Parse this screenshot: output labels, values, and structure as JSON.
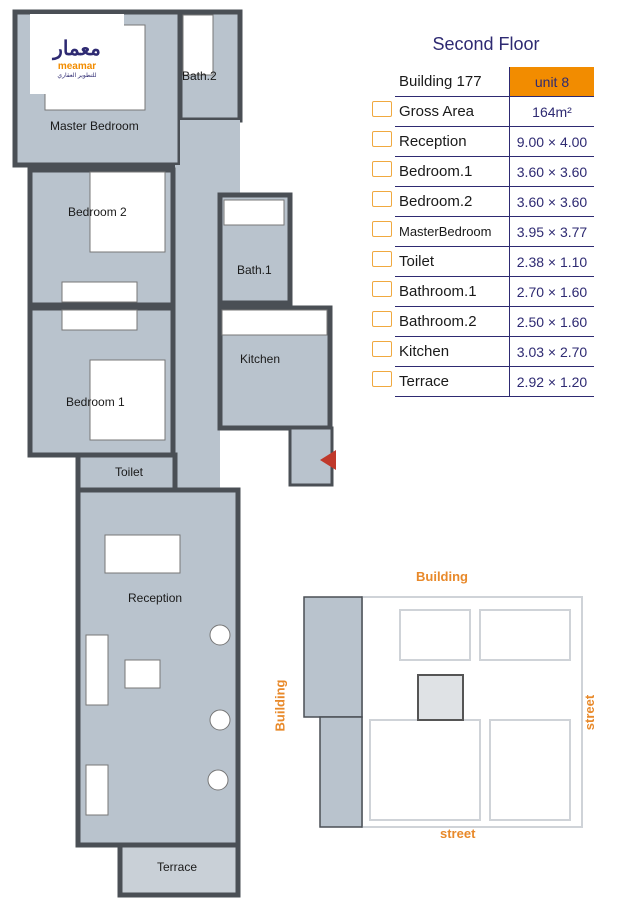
{
  "title": "Second Floor",
  "logo": {
    "arabic": "معمار",
    "english": "meamar",
    "subtitle": "للتطوير العقاري"
  },
  "table": {
    "building_label": "Building",
    "building_number": "177",
    "unit": "unit 8",
    "rows": [
      {
        "icon": "area-icon",
        "name": "Gross Area",
        "value": "164m²"
      },
      {
        "icon": "sofa-icon",
        "name": "Reception",
        "value": "9.00 × 4.00"
      },
      {
        "icon": "bed-icon",
        "name": "Bedroom.1",
        "value": "3.60 × 3.60"
      },
      {
        "icon": "bed-icon",
        "name": "Bedroom.2",
        "value": "3.60 × 3.60"
      },
      {
        "icon": "bed-icon",
        "name": "MasterBedroom",
        "value": "3.95 × 3.77"
      },
      {
        "icon": "bathtub-icon",
        "name": "Toilet",
        "value": "2.38 × 1.10"
      },
      {
        "icon": "bathtub-icon",
        "name": "Bathroom.1",
        "value": "2.70 × 1.60"
      },
      {
        "icon": "bathtub-icon",
        "name": "Bathroom.2",
        "value": "2.50 × 1.60"
      },
      {
        "icon": "kitchen-icon",
        "name": "Kitchen",
        "value": "3.03 × 2.70"
      },
      {
        "icon": "window-icon",
        "name": "Terrace",
        "value": "2.92 × 1.20"
      }
    ],
    "accent": "#f28c00",
    "line_color": "#2e2a72"
  },
  "rooms": {
    "master": "Master Bedroom",
    "bath2": "Bath.2",
    "bed2": "Bedroom 2",
    "bath1": "Bath.1",
    "kitchen": "Kitchen",
    "bed1": "Bedroom 1",
    "toilet": "Toilet",
    "reception": "Reception",
    "terrace": "Terrace"
  },
  "keyplan": {
    "top": "Building",
    "left": "Building",
    "right": "street",
    "bottom": "street"
  }
}
